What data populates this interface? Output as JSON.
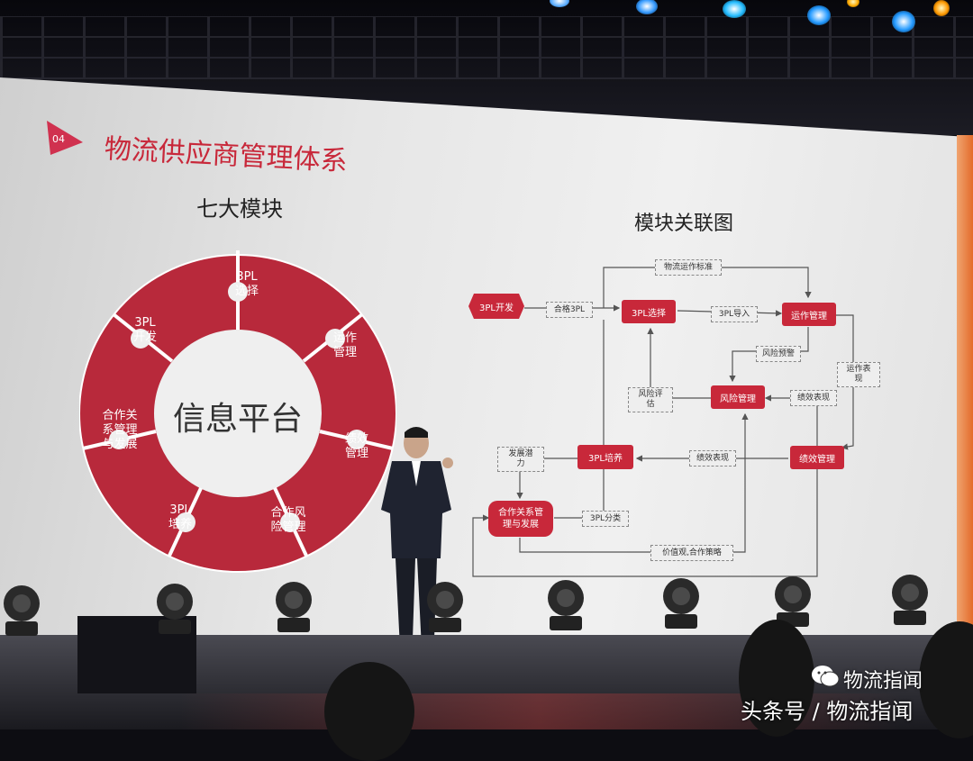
{
  "slide": {
    "badge_number": "04",
    "title": "物流供应商管理体系",
    "left_heading": "七大模块",
    "right_heading": "模块关联图",
    "center": "信息平台",
    "segments": [
      "3PL\n选择",
      "运作\n管理",
      "绩效\n管理",
      "合作风\n险管理",
      "3PL\n培养",
      "合作关\n系管理\n与发展",
      "3PL\n开发"
    ]
  },
  "diagram": {
    "nodes": {
      "kaifa": "3PL开发",
      "xuanze": "3PL选择",
      "yunzuo": "运作管理",
      "fengxian": "风险管理",
      "jixiao": "绩效管理",
      "peiyang": "3PL培养",
      "hezuo": "合作关系管\n理与发展"
    },
    "tags": {
      "biaozhun": "物流运作标准",
      "hege": "合格3PL",
      "daoru": "3PL导入",
      "yujing": "风险预警",
      "yunzuo_biaoxian": "运作表\n现",
      "pinggu": "风险评\n估",
      "jixiao_biaoxian1": "绩效表现",
      "jixiao_biaoxian2": "绩效表现",
      "qianli": "发展潜\n力",
      "fenlei": "3PL分类",
      "jiazhi": "价值观,合作策略"
    }
  },
  "watermark": {
    "brand": "物流指闻",
    "source": "头条号 / 物流指闻"
  },
  "colors": {
    "accent": "#c8283a",
    "screen": "#eeeeee"
  },
  "icons": [
    "wechat-icon"
  ]
}
